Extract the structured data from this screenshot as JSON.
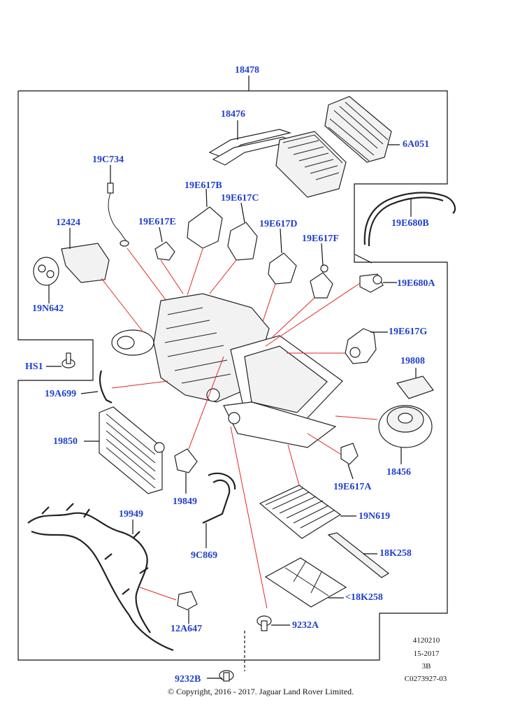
{
  "labels": {
    "l18478": "18478",
    "l18476": "18476",
    "l6A051": "6A051",
    "l19C734": "19C734",
    "l19E617B": "19E617B",
    "l19E617C": "19E617C",
    "l19E617E": "19E617E",
    "l19E617D": "19E617D",
    "l19E617F": "19E617F",
    "l12424": "12424",
    "l19N642": "19N642",
    "l19E680B": "19E680B",
    "l19E680A": "19E680A",
    "l19E617G": "19E617G",
    "lHS1": "HS1",
    "l19808": "19808",
    "l19A699": "19A699",
    "l19850": "19850",
    "l18456": "18456",
    "l19E617A": "19E617A",
    "l19849": "19849",
    "l19949": "19949",
    "l19N619": "19N619",
    "l9C869": "9C869",
    "l18K258": "18K258",
    "l18K258b": "<18K258",
    "l9232A": "9232A",
    "l12A647": "12A647",
    "l9232B": "9232B"
  },
  "meta": {
    "line1": "4120210",
    "line2": "15-2017",
    "line3": "3B",
    "line4": "C0273927-03"
  },
  "copyright": "© Copyright, 2016 - 2017. Jaguar Land Rover Limited."
}
